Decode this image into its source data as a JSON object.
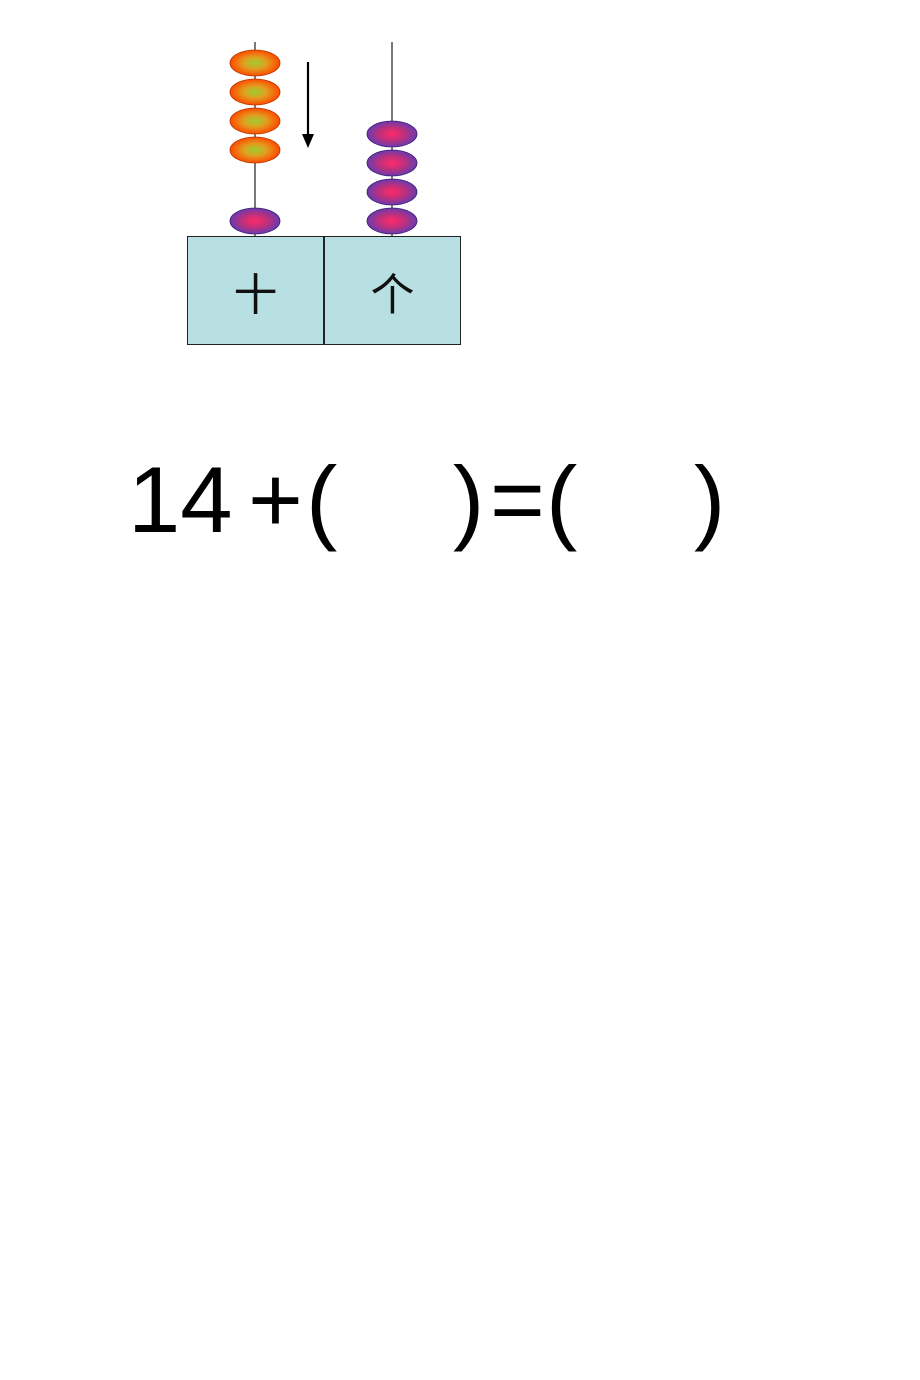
{
  "abacus": {
    "tens_label": "十",
    "ones_label": "个",
    "tens_beads_base": 1,
    "tens_beads_moving": 4,
    "ones_beads": 4,
    "colors": {
      "orange_bead": "#ff5a00",
      "orange_bead_center": "#9acd32",
      "purple_bead": "#7a3fb0",
      "purple_bead_center": "#ff2a6a",
      "box_fill": "#b8e0e3"
    },
    "arrow_icon": "arrow-down-icon"
  },
  "equation": {
    "addend": "14",
    "plus": "+",
    "open_paren_1": "(",
    "close_paren_1": ")",
    "equals": "=",
    "open_paren_2": "(",
    "close_paren_2": ")"
  }
}
